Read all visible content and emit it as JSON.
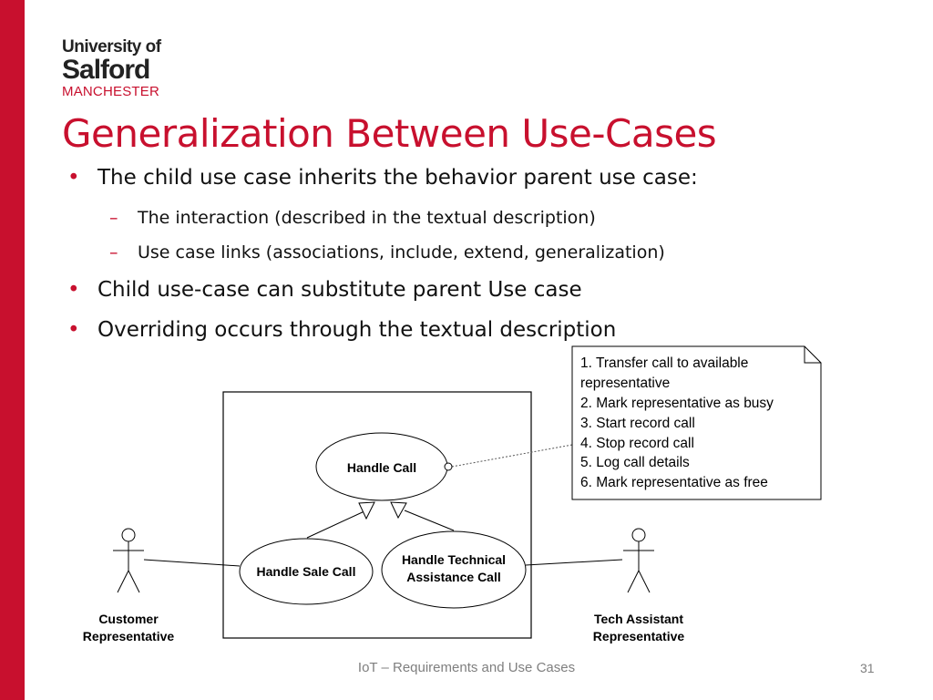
{
  "logo": {
    "line1": "University of",
    "line2": "Salford",
    "line3": "MANCHESTER"
  },
  "title": "Generalization Between Use-Cases",
  "bullets": [
    {
      "text": "The child use case inherits the behavior parent use case:",
      "subs": [
        "The interaction (described in the textual description)",
        "Use case links (associations, include, extend, generalization)"
      ]
    },
    {
      "text": "Child use-case can substitute parent Use case"
    },
    {
      "text": "Overriding occurs through the textual description"
    }
  ],
  "diagram": {
    "use_cases": {
      "parent": "Handle Call",
      "child_sale": "Handle Sale Call",
      "child_tech_line1": "Handle Technical",
      "child_tech_line2": "Assistance Call"
    },
    "actors": {
      "left_line1": "Customer",
      "left_line2": "Representative",
      "right_line1": "Tech Assistant",
      "right_line2": "Representative"
    },
    "note": [
      "1. Transfer call to available",
      "representative",
      "2. Mark representative as busy",
      "3. Start record call",
      "4. Stop record call",
      "5. Log call details",
      "6. Mark representative as free"
    ]
  },
  "footer": "IoT – Requirements and Use Cases",
  "page_number": "31",
  "colors": {
    "accent": "#c8102e",
    "footer": "#7f7f7f"
  }
}
